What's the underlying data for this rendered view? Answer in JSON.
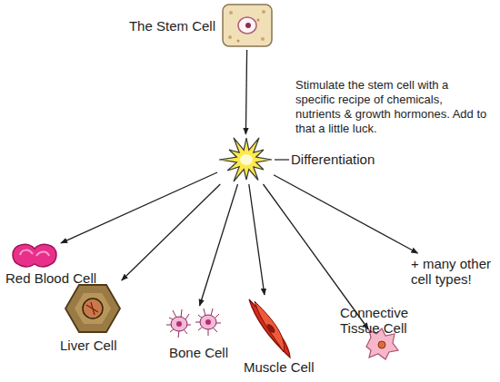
{
  "diagram": {
    "nodes": [
      {
        "text": [
          "The Stem Cell"
        ]
      },
      {
        "text": [
          "Differentiation"
        ]
      },
      {
        "text": [
          "Red Blood Cell"
        ]
      },
      {
        "text": [
          "Liver Cell"
        ]
      },
      {
        "text": [
          "Bone Cell"
        ]
      },
      {
        "text": [
          "Muscle Cell"
        ]
      },
      {
        "text": [
          "Connective Tissue Cell"
        ]
      },
      {
        "text": [
          "+ many other cell types!"
        ]
      }
    ],
    "edges": [
      {
        "from": 0,
        "to": 1,
        "arrow": "to"
      },
      {
        "from": 1,
        "to": 2,
        "arrow": "to"
      },
      {
        "from": 1,
        "to": 3,
        "arrow": "to"
      },
      {
        "from": 1,
        "to": 4,
        "arrow": "to"
      },
      {
        "from": 1,
        "to": 5,
        "arrow": "to"
      },
      {
        "from": 1,
        "to": 6,
        "arrow": "to"
      },
      {
        "from": 1,
        "to": 7,
        "arrow": "to"
      }
    ],
    "labels": [
      "Stimulate the stem cell with a specific recipe of chemicals, nutrients & growth hormones. Add to that a little luck."
    ]
  }
}
